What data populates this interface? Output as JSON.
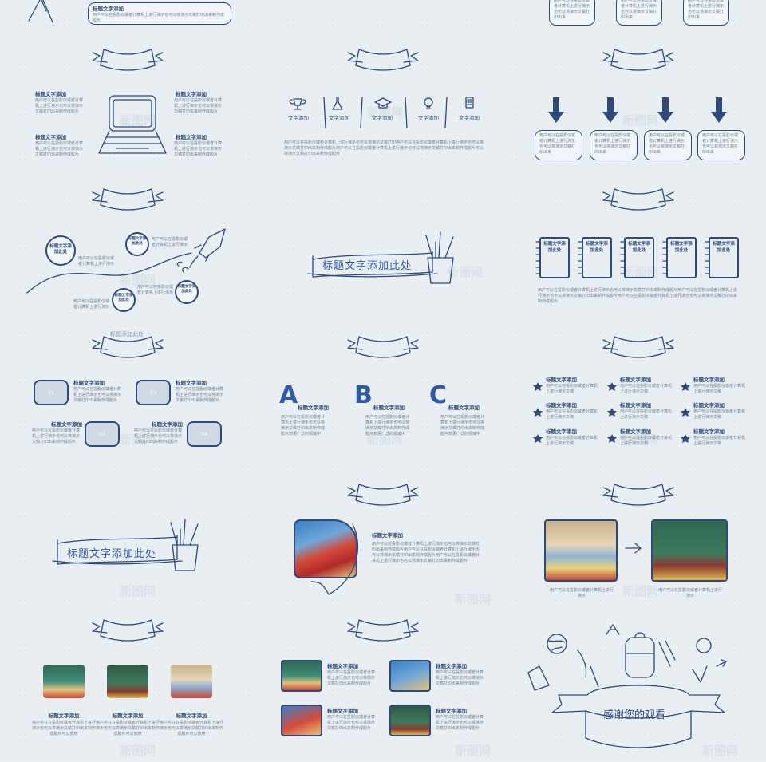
{
  "watermark": "新图网",
  "common": {
    "heading": "标题文字添加",
    "body_short": "用户可以在投影仪或者计算机上进行演示也可以将演示文稿打印出来制作成胶片",
    "body_long": "用户可以在投影仪或者计算机上进行演示也可以将演示文稿打印出来制作成胶片用户可以在投影仪或者计算机上进行演示也可以将演示文稿打印出来制作成胶片可以将演示文稿打印出来制作成胶片",
    "wordy_heading": "文字添加"
  },
  "s00": {
    "heading": "标题文字添加",
    "body": "用户可以在投影仪或者计算机上进行演示也可以将演示文稿打印出来制作成胶片"
  },
  "s02": {
    "bubbles": [
      "用户可以在投影仪或者计算机上进行演示也可以将演示文稿打印出来",
      "用户可以在投影仪或者计算机上进行演示也可以将演示文稿打印出来",
      "用户可以在投影仪或者计算机上进行演示也可以将演示文稿打印出来"
    ]
  },
  "s10": {
    "heading": "标题文字添加",
    "body": "用户可以在投影仪或者计算机上进行演示文稿打印出来制作成胶片"
  },
  "s11": {
    "items": [
      "文字添加",
      "文字添加",
      "文字添加",
      "文字添加",
      "文字添加"
    ],
    "body": "用户可以在投影仪或者计算机上进行演示也可以将演示文稿打印用户可以在投影仪或者计算机上进行演示也可以将演示文稿打印出来制作成胶片用户可以在投影仪或者计算机上进行演示也可以将演示文稿打印出来制作成胶片可以将演示文稿打印出来制作成胶片"
  },
  "s12": {
    "bubble": "用户可以在投影仪或者计算机上进行演示也可以将演示文稿打印出来"
  },
  "s20": {
    "circle_label": "标题文字添加此处",
    "body": "用户可以在投影仪或者计算机上进行演示"
  },
  "s21": {
    "title": "标题文字添加此处"
  },
  "s22": {
    "book_label": "标题文字添加此处",
    "body": "用户可以在投影仪或者计算机上进行演示也可以将演示文稿打印出来制作成胶片用户可以在投影仪或者计算机上进行演示也可以将演示文稿打印出来制作成胶片用户可以在投影仪或者计算机上进行演示也可以将演示文稿打印出来制作成胶片"
  },
  "s30": {
    "ribbon_text": "标题添加此处",
    "nums": [
      "01",
      "02",
      "03",
      "04"
    ],
    "heading": "标题文字添加",
    "body": "用户可以在投影仪或者计算机上进行演示也可以将演示文稿打印出来制作成胶片"
  },
  "s31": {
    "letters": [
      "A",
      "B",
      "C"
    ],
    "heading": "标题文字添加",
    "body": "用户可以在投影仪或者计算机上进行演示也可以将演示文稿打印出来制作成胶片到更广泛的领域中"
  },
  "s32": {
    "heading": "标题文字添加",
    "body": "用户可以在投影仪或者计算机上进行演示文稿"
  },
  "s40": {
    "title": "标题文字添加此处"
  },
  "s41": {
    "heading": "标题文字添加",
    "body": "用户可以在投影仪或者计算机上进行演示也可以将演示文稿打印出来制作成胶片用户可以在投影仪或者计算机上进行演示也可以将演示文稿打印出来制作成胶片用户可以在投影仪或者计算机上进行演示也可以将演示文稿打印出来制作成胶片"
  },
  "s42": {
    "caption": "用户可以在投影仪或者计算机上进行演示"
  },
  "s50": {
    "heading": "标题文字添加",
    "body": "用户可以在投影仪或者计算机上进行演示也可以将演示文稿打印出来制作成胶片可以使用"
  },
  "s51": {
    "heading": "标题文字添加",
    "body": "用户可以在投影仪或者计算机上进行演示也可以将演示文稿打印出来制作成胶片"
  },
  "s52": {
    "thanks": "感谢您的观看"
  },
  "colors": {
    "ink": "#2d4a7a",
    "accent": "#2d5aa0",
    "background": "#e9eef2"
  }
}
